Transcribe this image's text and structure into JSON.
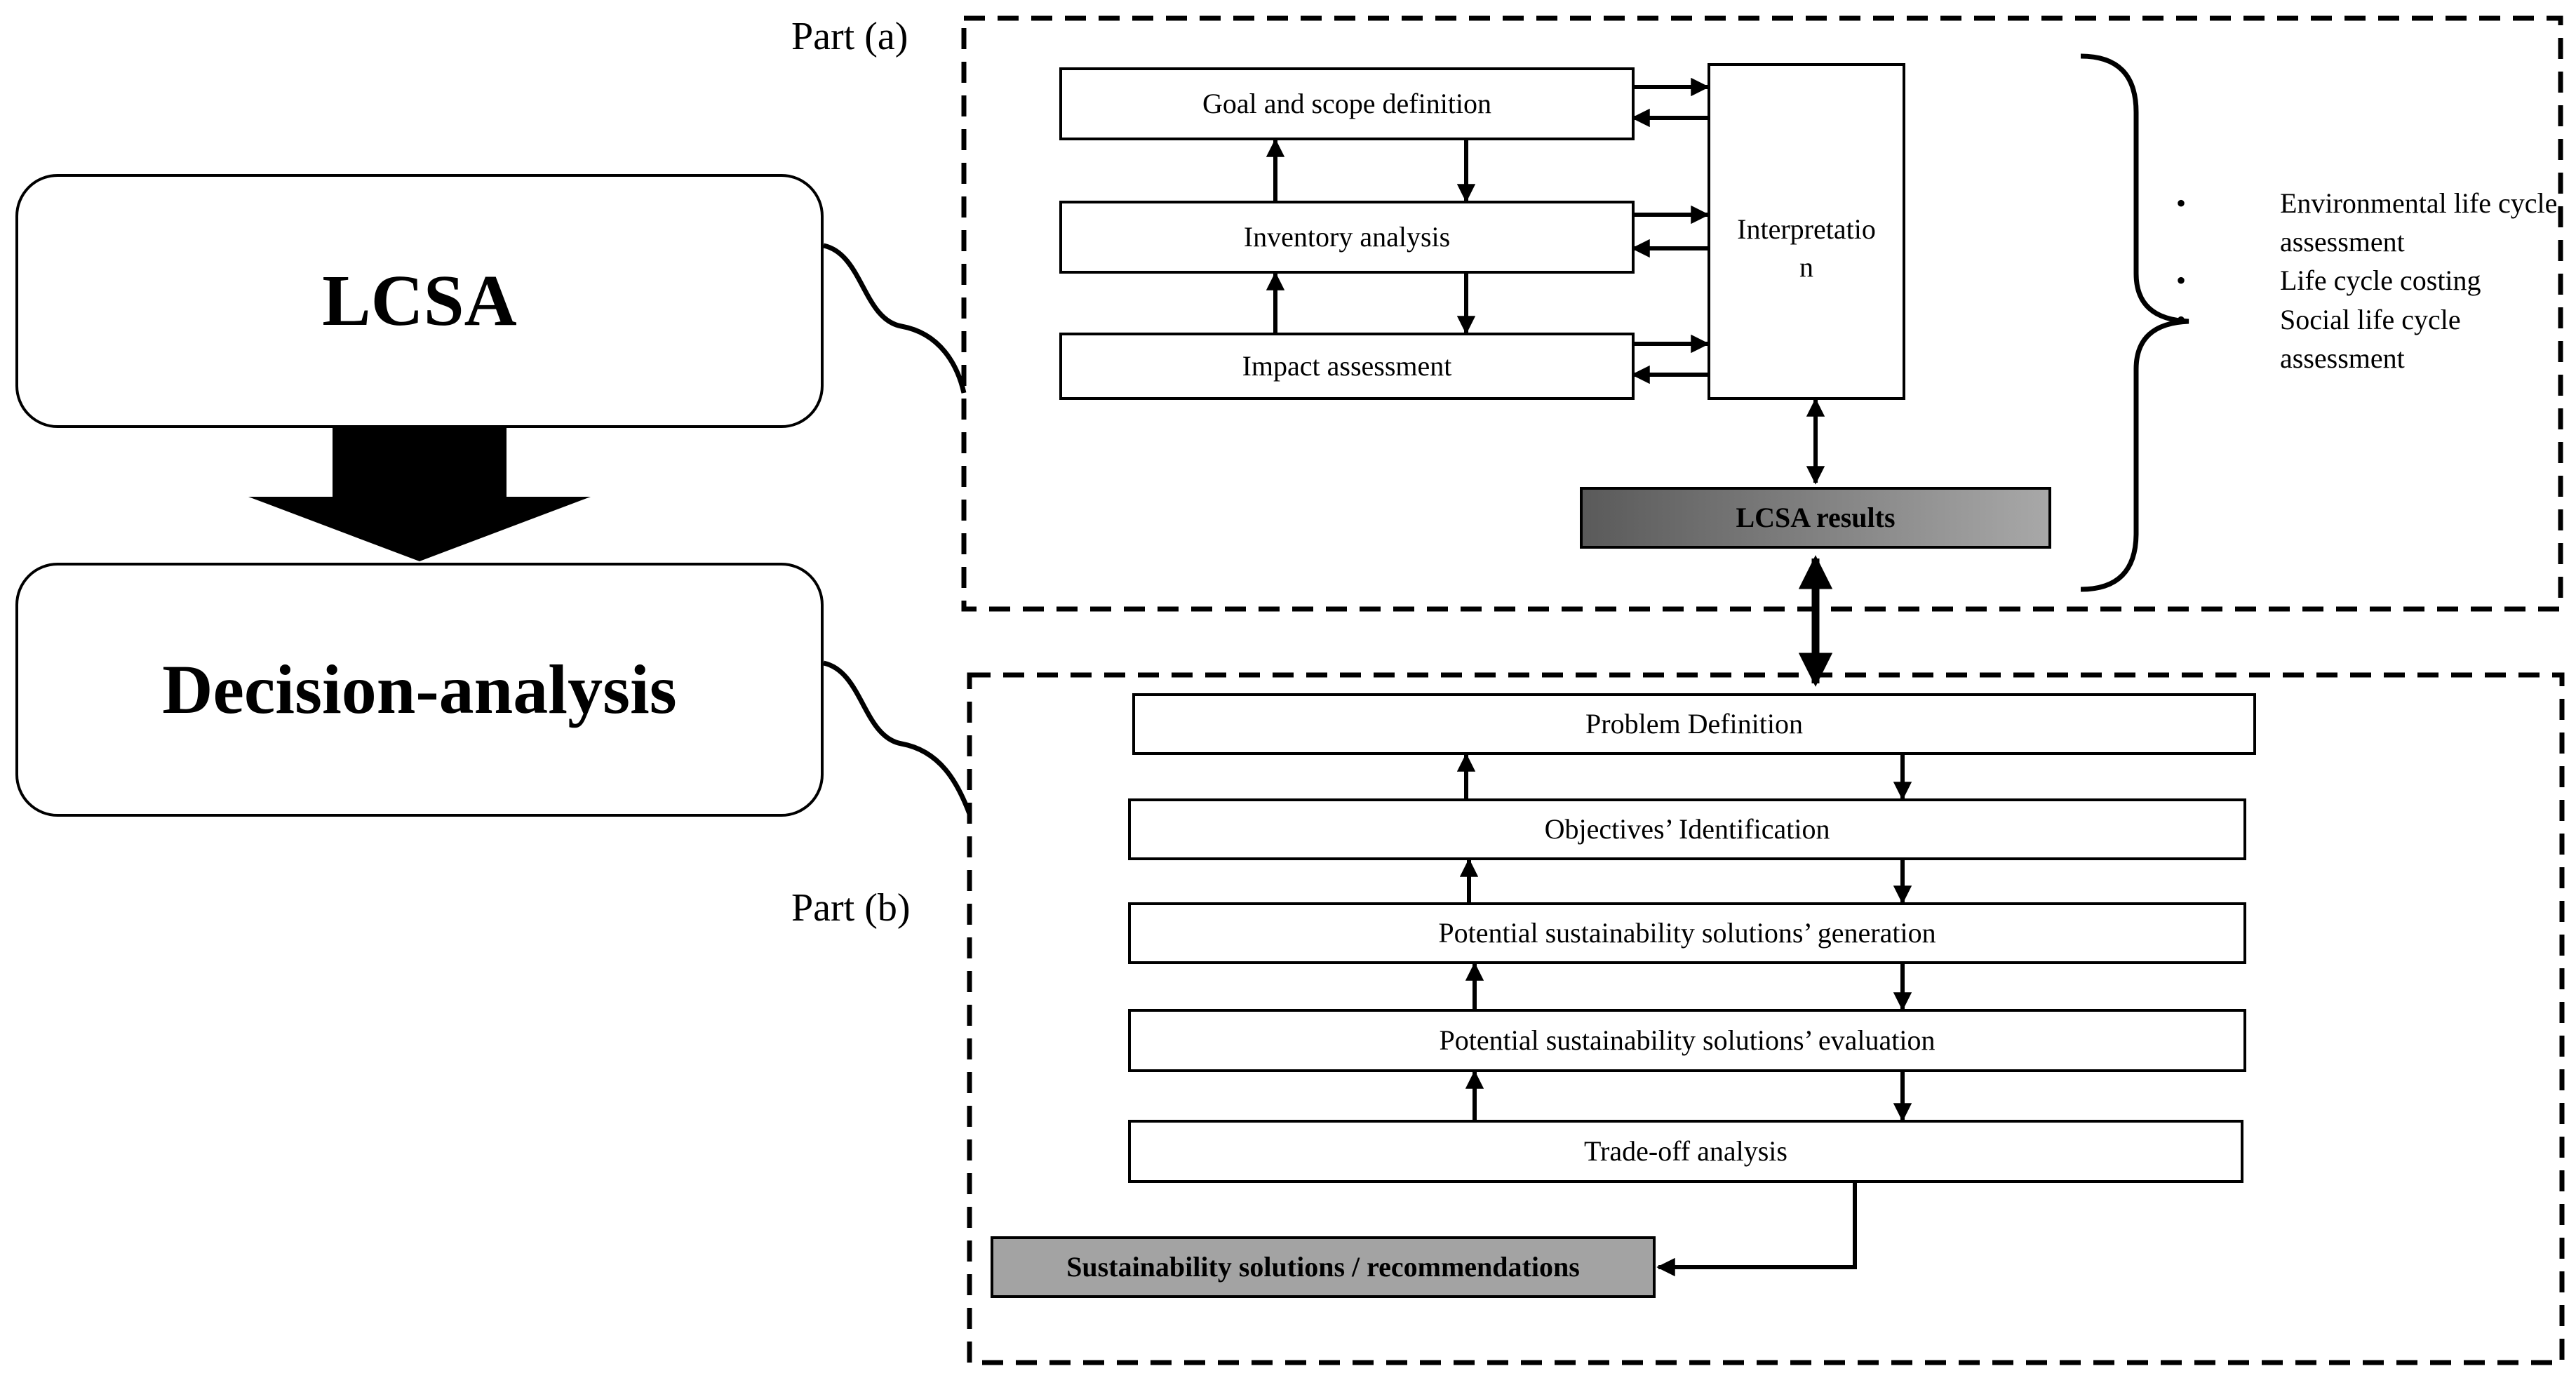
{
  "left": {
    "lcsa_label": "LCSA",
    "decision_label": "Decision-analysis"
  },
  "part_a": {
    "label": "Part (a)",
    "steps": [
      "Goal and scope definition",
      "Inventory analysis",
      "Impact assessment"
    ],
    "interpretation": [
      "Interpretatio",
      "n"
    ],
    "results": "LCSA results",
    "components": [
      "Environmental life cycle assessment",
      "Life cycle costing",
      "Social life cycle assessment"
    ]
  },
  "part_b": {
    "label": "Part (b)",
    "steps": [
      "Problem Definition",
      "Objectives’ Identification",
      "Potential sustainability solutions’ generation",
      "Potential sustainability solutions’ evaluation",
      "Trade-off analysis"
    ],
    "output": "Sustainability solutions / recommendations"
  }
}
